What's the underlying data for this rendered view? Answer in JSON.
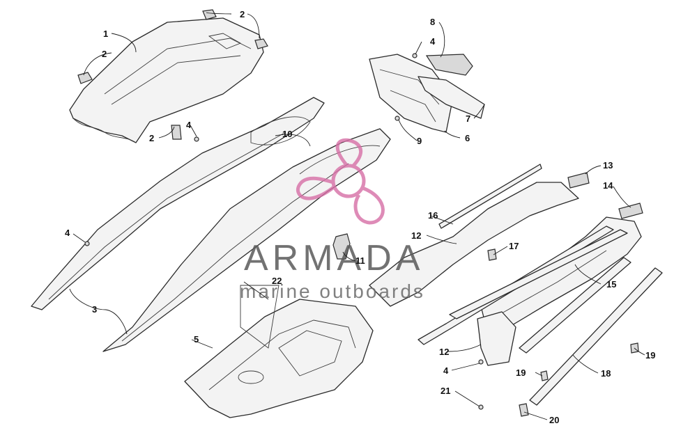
{
  "watermark": {
    "brand": "ARMADA",
    "tagline": "marine outboards",
    "accent_color": "#d76fa6",
    "text_color": "#5a5a5a"
  },
  "callouts": {
    "c1": "1",
    "c2a": "2",
    "c2b": "2",
    "c2c": "2",
    "c3": "3",
    "c4a": "4",
    "c4b": "4",
    "c4c": "4",
    "c4d": "4",
    "c5": "5",
    "c6": "6",
    "c7": "7",
    "c8": "8",
    "c9": "9",
    "c10": "10",
    "c11": "11",
    "c12a": "12",
    "c12b": "12",
    "c13": "13",
    "c14": "14",
    "c15": "15",
    "c16": "16",
    "c17": "17",
    "c18": "18",
    "c19a": "19",
    "c19b": "19",
    "c20": "20",
    "c21": "21",
    "c22": "22"
  }
}
